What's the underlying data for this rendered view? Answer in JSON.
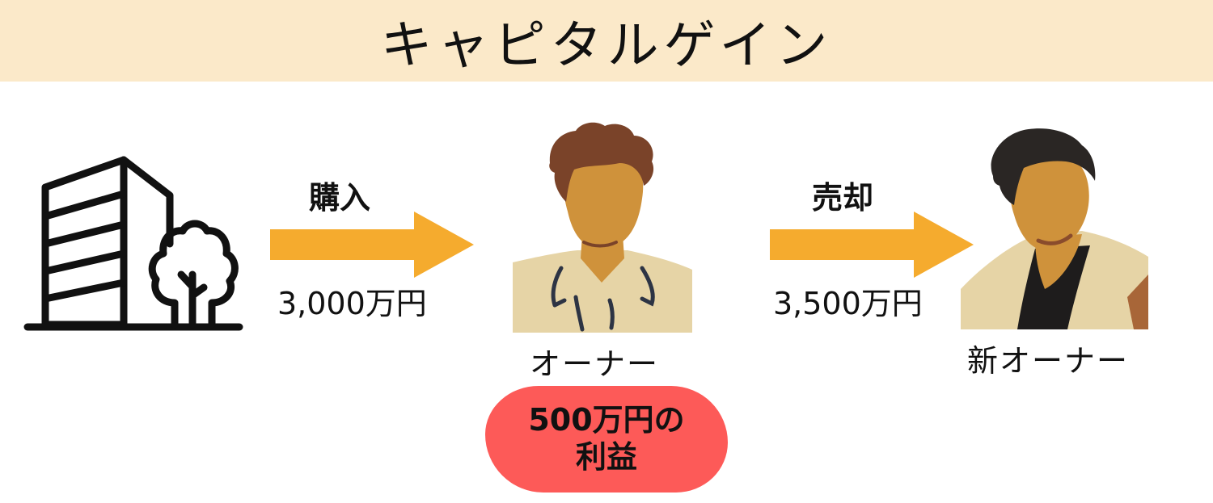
{
  "title": "キャピタルゲイン",
  "flow": {
    "purchase": {
      "label": "購入",
      "price": "3,000万円"
    },
    "sale": {
      "label": "売却",
      "price": "3,500万円"
    }
  },
  "roles": {
    "owner": "オーナー",
    "new_owner": "新オーナー"
  },
  "profit": {
    "line1": "500万円の",
    "line2": "利益"
  },
  "colors": {
    "title_bg": "#fbe9c9",
    "arrow": "#f5ab2e",
    "profit_bg": "#fd5a58",
    "skin": "#cf923b",
    "owner_hair": "#7a4329",
    "new_owner_hair": "#2a2624",
    "shirt": "#e6d4a6",
    "inner_shirt": "#1e1c1c",
    "jacket_side": "#a86638"
  },
  "icons": [
    "building-icon",
    "tree-icon",
    "arrow-right-icon",
    "owner-avatar",
    "new-owner-avatar"
  ]
}
